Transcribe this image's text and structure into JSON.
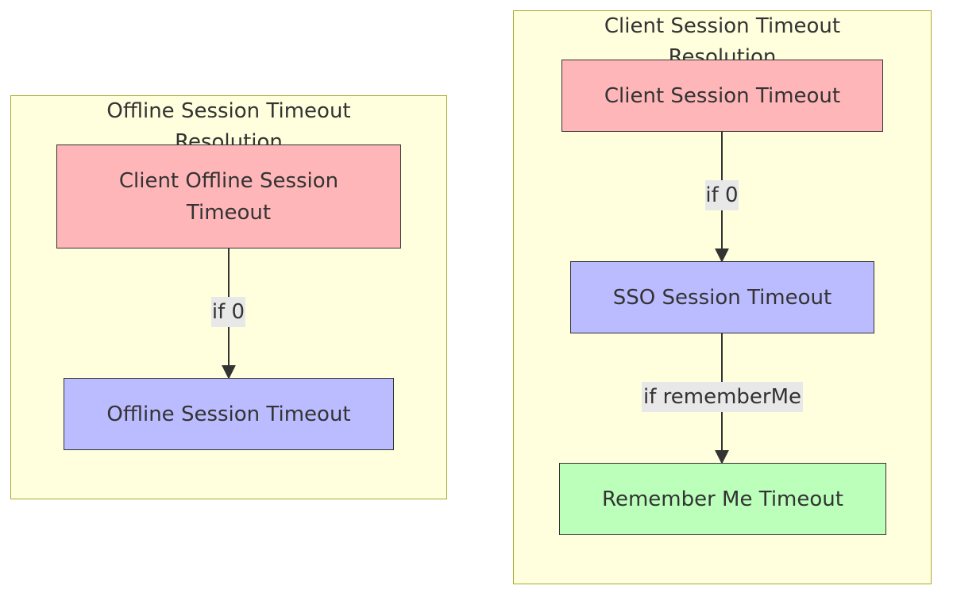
{
  "colors": {
    "cluster_fill": "#ffffde",
    "cluster_border": "#aaaa33",
    "node_red": "#ffb6b9",
    "node_blue": "#bbbbff",
    "node_green": "#bbffbb",
    "edge": "#333333",
    "edge_label_bg": "#e8e8e8"
  },
  "offline_cluster": {
    "title": "Offline Session Timeout Resolution",
    "nodes": {
      "client_offline": "Client Offline Session Timeout",
      "offline": "Offline Session Timeout"
    },
    "edges": {
      "client_offline_to_offline": "if 0"
    }
  },
  "client_cluster": {
    "title": "Client Session Timeout Resolution",
    "nodes": {
      "client_session": "Client Session Timeout",
      "sso_session": "SSO Session Timeout",
      "remember_me": "Remember Me Timeout"
    },
    "edges": {
      "client_to_sso": "if 0",
      "sso_to_remember": "if rememberMe"
    }
  }
}
